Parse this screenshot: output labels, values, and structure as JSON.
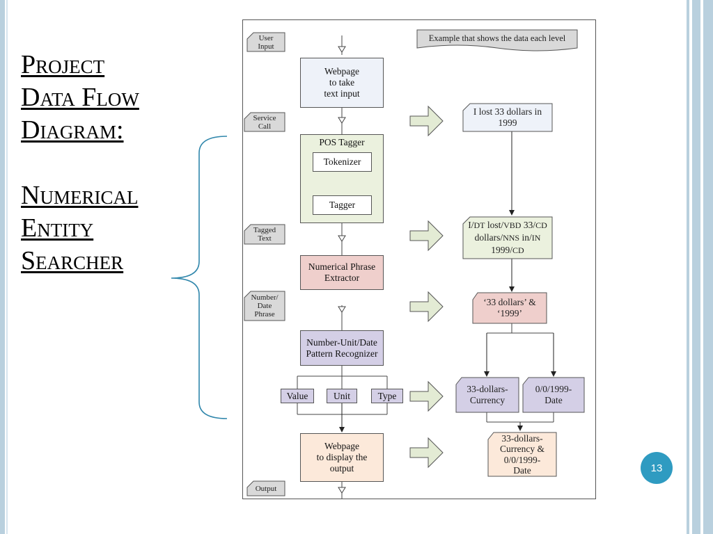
{
  "slide": {
    "title_lines": [
      "Project",
      "Data Flow",
      "Diagram:"
    ],
    "subtitle_lines": [
      "Numerical",
      "Entity",
      "Searcher"
    ],
    "page_number": "13"
  },
  "diagram": {
    "example_label": "Example that shows the data each level",
    "stage_labels": {
      "user_input": [
        "User",
        "Input"
      ],
      "service_call": [
        "Service",
        "Call"
      ],
      "tagged_text": [
        "Tagged",
        "Text"
      ],
      "number_date_phrase": [
        "Number/",
        "Date",
        "Phrase"
      ],
      "output": "Output"
    },
    "process": {
      "webpage_input": [
        "Webpage",
        "to take",
        "text input"
      ],
      "pos_tagger": "POS Tagger",
      "tokenizer": "Tokenizer",
      "tagger": "Tagger",
      "numerical_phrase_extractor": [
        "Numerical Phrase",
        "Extractor"
      ],
      "pattern_recognizer": [
        "Number-Unit/Date",
        "Pattern Recognizer"
      ],
      "value": "Value",
      "unit": "Unit",
      "type": "Type",
      "webpage_output": [
        "Webpage",
        "to display the",
        "output"
      ]
    },
    "examples": {
      "input_text": [
        "I lost 33 dollars in",
        "1999"
      ],
      "tagged": [
        {
          "w": "I/",
          "t": "DT"
        },
        {
          "w": " lost/",
          "t": "VBD"
        },
        {
          "w": " 33/",
          "t": "CD"
        },
        {
          "w": "dollars/",
          "t": "NNS"
        },
        {
          "w": " in/",
          "t": "IN"
        },
        {
          "w": "1999/",
          "t": "CD"
        }
      ],
      "phrases": [
        "‘33 dollars’ &",
        "‘1999’"
      ],
      "currency": [
        "33-dollars-",
        "Currency"
      ],
      "date": [
        "0/0/1999-",
        "Date"
      ],
      "final": [
        "33-dollars-",
        "Currency &",
        "0/0/1999-",
        "Date"
      ]
    },
    "colors": {
      "blue_fill": "#eef2f9",
      "green_fill": "#ebf1de",
      "pink_fill": "#efcfcc",
      "purple_fill": "#d4cfe6",
      "peach_fill": "#fce9da",
      "gray_fill": "#d9d9d9",
      "bracket": "#2f86ab"
    }
  }
}
